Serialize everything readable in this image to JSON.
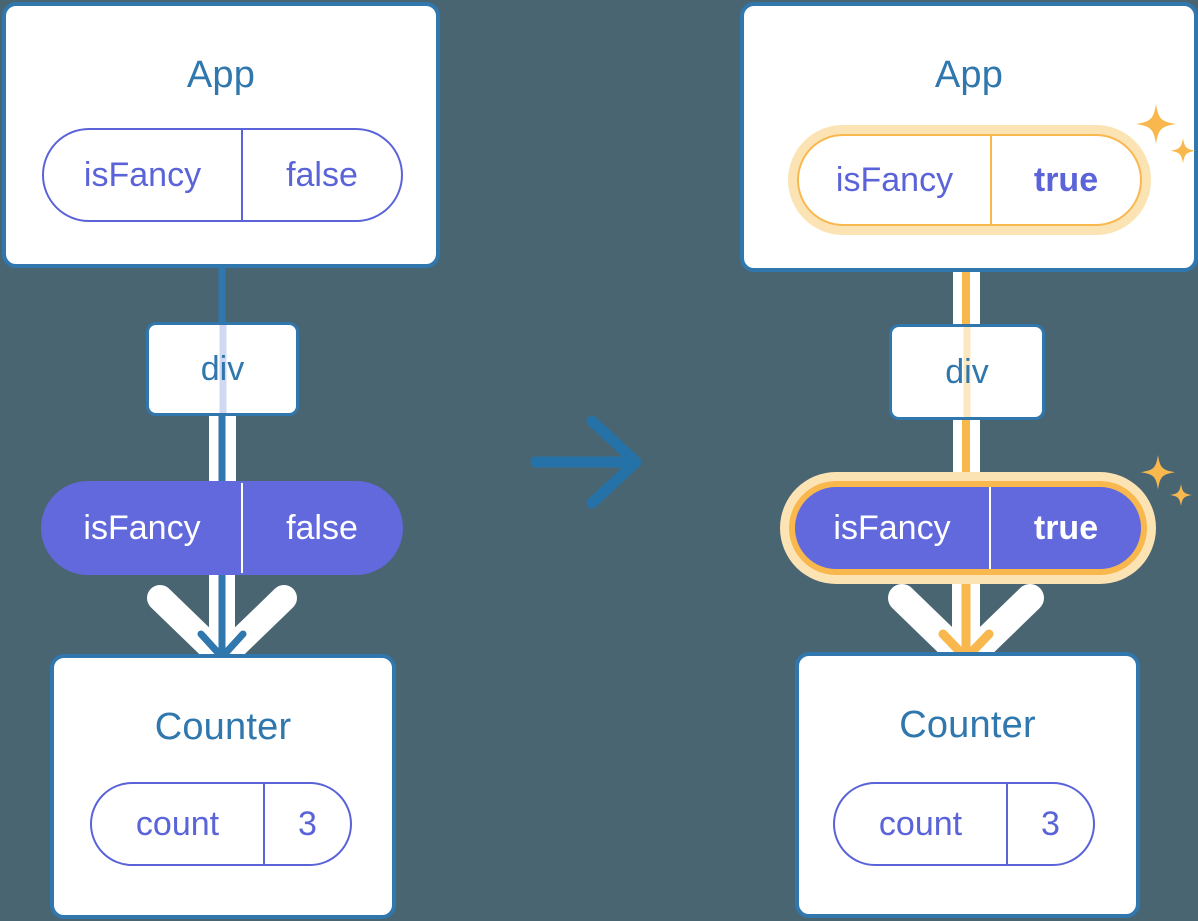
{
  "background_color": "#4a6572",
  "colors": {
    "card_border": "#2f77ad",
    "title_text": "#2f77ad",
    "prop_purple": "#5a63d8",
    "pill_fill": "#6169dc",
    "highlight_orange": "#f8b84e",
    "highlight_glow": "#fbe3b4",
    "arrow_blue": "#2f77ad",
    "halo_white": "#ffffff"
  },
  "diagram": {
    "type": "react-prop-drilling-rerender",
    "transition_icon": "arrow-right-icon"
  },
  "before": {
    "app": {
      "title": "App",
      "pill": {
        "name": "isFancy",
        "value": "false",
        "highlighted": false,
        "bold_value": false
      }
    },
    "div": {
      "label": "div"
    },
    "prop": {
      "pill": {
        "name": "isFancy",
        "value": "false",
        "highlighted": false,
        "bold_value": false
      }
    },
    "counter": {
      "title": "Counter",
      "pill": {
        "name": "count",
        "value": "3",
        "highlighted": false,
        "bold_value": false
      }
    }
  },
  "after": {
    "app": {
      "title": "App",
      "pill": {
        "name": "isFancy",
        "value": "true",
        "highlighted": true,
        "bold_value": true
      },
      "sparkle_icon": "sparkles-icon"
    },
    "div": {
      "label": "div"
    },
    "prop": {
      "pill": {
        "name": "isFancy",
        "value": "true",
        "highlighted": true,
        "bold_value": true
      },
      "sparkle_icon": "sparkles-icon"
    },
    "counter": {
      "title": "Counter",
      "pill": {
        "name": "count",
        "value": "3",
        "highlighted": false,
        "bold_value": false
      }
    }
  }
}
